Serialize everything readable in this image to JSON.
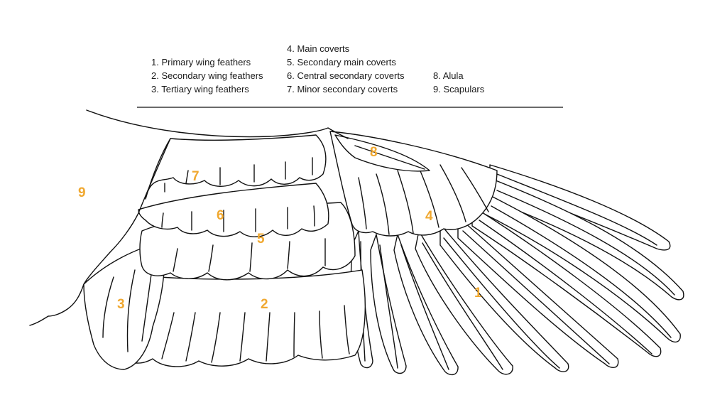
{
  "legend": {
    "column1": [
      "1. Primary wing feathers",
      "2. Secondary wing feathers",
      "3. Tertiary wing feathers"
    ],
    "column2": [
      "4. Main coverts",
      "5. Secondary main coverts",
      "6. Central secondary coverts",
      "7. Minor secondary coverts"
    ],
    "column3": [
      "8. Alula",
      "9. Scapulars"
    ]
  },
  "parts": [
    {
      "number": "1",
      "name": "Primary wing feathers"
    },
    {
      "number": "2",
      "name": "Secondary wing feathers"
    },
    {
      "number": "3",
      "name": "Tertiary wing feathers"
    },
    {
      "number": "4",
      "name": "Main coverts"
    },
    {
      "number": "5",
      "name": "Secondary main coverts"
    },
    {
      "number": "6",
      "name": "Central secondary coverts"
    },
    {
      "number": "7",
      "name": "Minor secondary coverts"
    },
    {
      "number": "8",
      "name": "Alula"
    },
    {
      "number": "9",
      "name": "Scapulars"
    }
  ],
  "colors": {
    "label": "#f0a830",
    "outline": "#111111",
    "background": "#ffffff"
  }
}
